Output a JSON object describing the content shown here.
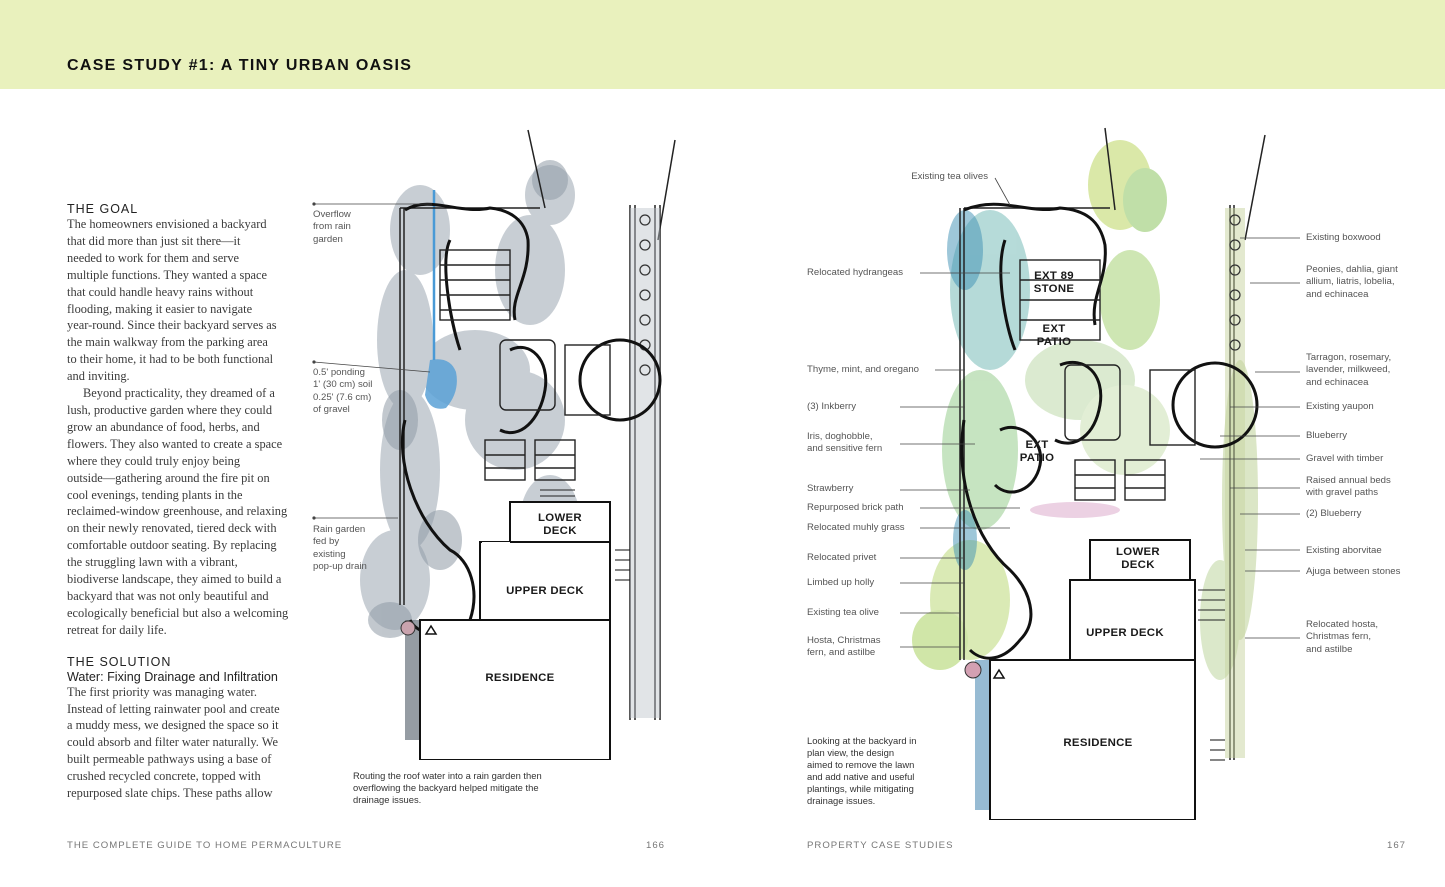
{
  "header": {
    "title": "CASE STUDY #1: A TINY URBAN OASIS"
  },
  "left_column": {
    "goal_heading": "THE GOAL",
    "goal_lines": [
      "The homeowners envisioned a backyard",
      "that did more than just sit there—it",
      "needed to work for them and serve",
      "multiple functions. They wanted a space",
      "that could handle heavy rains without",
      "flooding, making it easier to navigate",
      "year-round. Since their backyard serves as",
      "the main walkway from the parking area",
      "to their home, it had to be both functional",
      "and inviting."
    ],
    "goal_lines_2": [
      "Beyond practicality, they dreamed of a",
      "lush, productive garden where they could",
      "grow an abundance of food, herbs, and",
      "flowers. They also wanted to create a space",
      "where they could truly enjoy being",
      "outside—gathering around the fire pit on",
      "cool evenings, tending plants in the",
      "reclaimed-window greenhouse, and relaxing",
      "on their newly renovated, tiered deck with",
      "comfortable outdoor seating. By replacing",
      "the struggling lawn with a vibrant,",
      "biodiverse landscape, they aimed to build a",
      "backyard that was not only beautiful and",
      "ecologically beneficial but also a welcoming",
      "retreat for daily life."
    ],
    "solution_heading": "THE SOLUTION",
    "solution_subheading": "Water: Fixing Drainage and Infiltration",
    "solution_lines": [
      "The first priority was managing water.",
      "Instead of letting rainwater pool and create",
      "a muddy mess, we designed the space so it",
      "could absorb and filter water naturally. We",
      "built permeable pathways using a base of",
      "crushed recycled concrete, topped with",
      "repurposed slate chips. These paths allow"
    ]
  },
  "plan1": {
    "callouts": [
      "Overflow\nfrom rain\ngarden",
      "0.5' ponding\n1' (30 cm) soil\n0.25' (7.6 cm)\nof gravel",
      "Rain garden\nfed by\nexisting\npop-up drain"
    ],
    "labels": {
      "lower_deck": "LOWER\nDECK",
      "upper_deck": "UPPER DECK",
      "residence": "RESIDENCE"
    },
    "caption": "Routing the roof water into a rain garden then\noverflowing the backyard helped mitigate the\ndrainage issues."
  },
  "plan2": {
    "left_callouts": [
      "Existing tea olives",
      "Relocated hydrangeas",
      "Thyme, mint, and oregano",
      "(3) Inkberry",
      "Iris, doghobble,\nand sensitive fern",
      "Strawberry",
      "Repurposed brick path",
      "Relocated muhly grass",
      "Relocated privet",
      "Limbed up holly",
      "Existing tea olive",
      "Hosta, Christmas\nfern, and astilbe"
    ],
    "right_callouts": [
      "Existing boxwood",
      "Peonies, dahlia, giant\nallium, liatris, lobelia,\nand echinacea",
      "Tarragon, rosemary,\nlavender, milkweed,\nand echinacea",
      "Existing yaupon",
      "Blueberry",
      "Gravel with timber",
      "Raised annual beds\nwith gravel paths",
      "(2) Blueberry",
      "Existing aborvitae",
      "Ajuga between stones",
      "Relocated hosta,\nChristmas fern,\nand astilbe"
    ],
    "labels": {
      "ext_stone": "EXT 89\nSTONE",
      "ext_patio_top": "EXT\nPATIO",
      "ext_patio_mid": "EXT\nPATIO",
      "lower_deck": "LOWER\nDECK",
      "upper_deck": "UPPER DECK",
      "residence": "RESIDENCE"
    },
    "caption": "Looking at the backyard in\nplan view, the design\naimed to remove the lawn\nand add native and useful\nplantings, while mitigating\ndrainage issues."
  },
  "footer": {
    "left_title": "THE COMPLETE GUIDE TO HOME PERMACULTURE",
    "left_page": "166",
    "right_title": "PROPERTY CASE STUDIES",
    "right_page": "167"
  }
}
